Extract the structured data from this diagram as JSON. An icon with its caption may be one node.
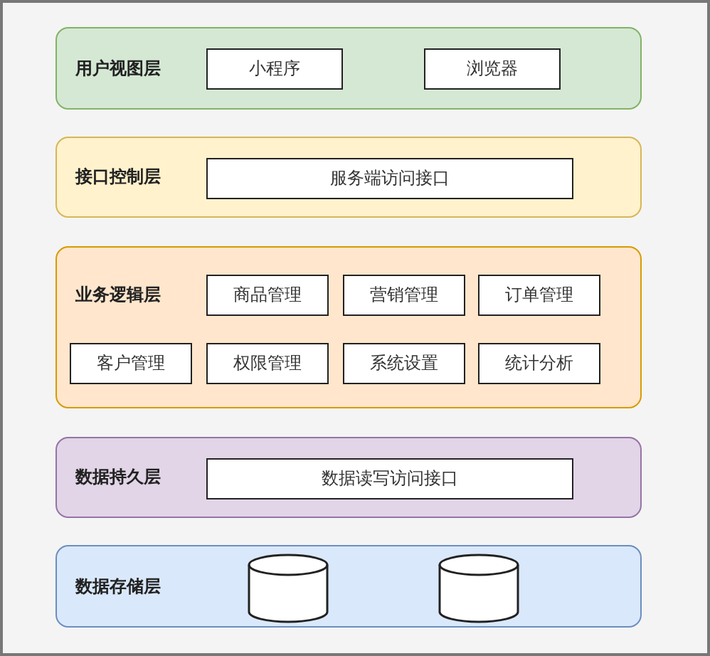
{
  "diagram": {
    "nodes": [
      {
        "text": [
          "用户视图层"
        ]
      },
      {
        "text": [
          "小程序"
        ],
        "in": 0
      },
      {
        "text": [
          "浏览器"
        ],
        "in": 0
      },
      {
        "text": [
          "接口控制层"
        ]
      },
      {
        "text": [
          "服务端访问接口"
        ],
        "in": 3
      },
      {
        "text": [
          "业务逻辑层"
        ]
      },
      {
        "text": [
          "商品管理"
        ],
        "in": 5
      },
      {
        "text": [
          "营销管理"
        ],
        "in": 5
      },
      {
        "text": [
          "订单管理"
        ],
        "in": 5
      },
      {
        "text": [
          "客户管理"
        ],
        "in": 5
      },
      {
        "text": [
          "权限管理"
        ],
        "in": 5
      },
      {
        "text": [
          "系统设置"
        ],
        "in": 5
      },
      {
        "text": [
          "统计分析"
        ],
        "in": 5
      },
      {
        "text": [
          "数据持久层"
        ]
      },
      {
        "text": [
          "数据读写访问接口"
        ],
        "in": 13
      },
      {
        "text": [
          "数据存储层"
        ]
      },
      {
        "text": [],
        "shape": "cylinder",
        "in": 15
      },
      {
        "text": [],
        "shape": "cylinder",
        "in": 15
      }
    ]
  }
}
